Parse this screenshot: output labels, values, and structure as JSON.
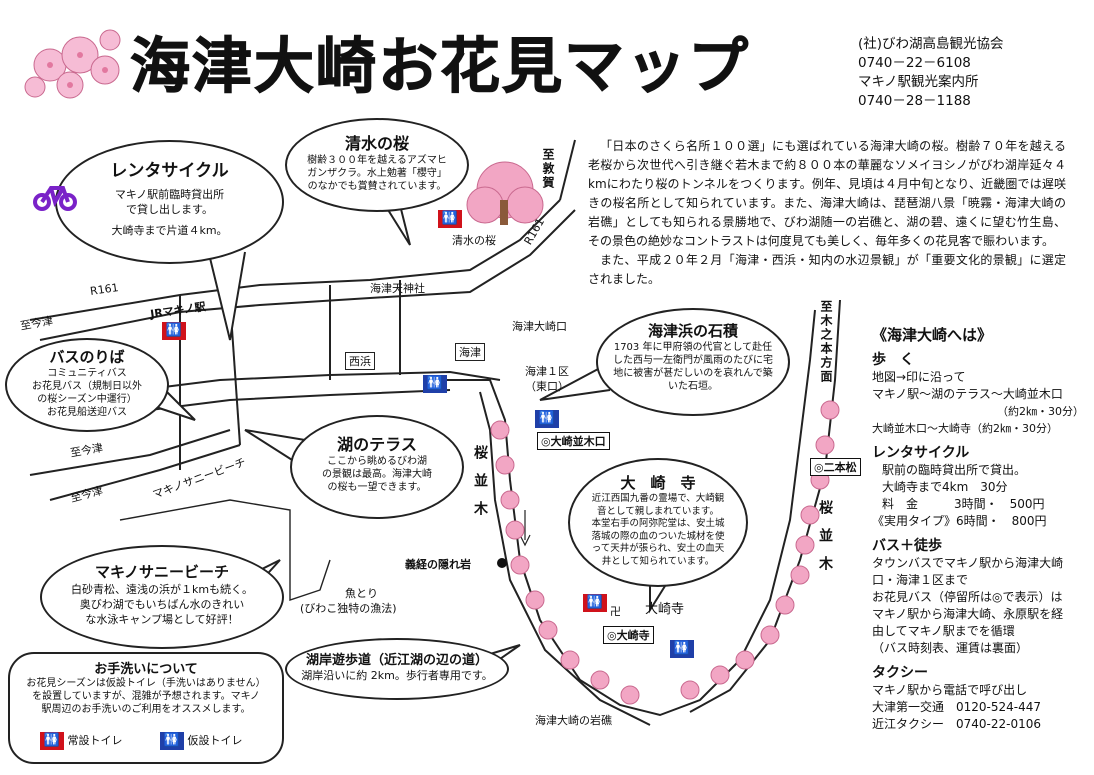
{
  "title": "海津大崎お花見マップ",
  "contact": {
    "org": "(社)びわ湖高島観光協会",
    "org_tel": "0740－22－6108",
    "station": "マキノ駅観光案内所",
    "station_tel": "0740－28－1188"
  },
  "intro": {
    "p1": "「日本のさくら名所１００選」にも選ばれている海津大崎の桜。樹齢７０年を越える老桜から次世代へ引き継ぐ若木まで約８００本の華麗なソメイヨシノがびわ湖岸延々４kmにわたり桜のトンネルをつくります。例年、見頃は４月中旬となり、近畿圏では遅咲きの桜名所として知られています。また、海津大崎は、琵琶湖八景「暁霧・海津大崎の岩礁」としても知られる景勝地で、びわ湖随一の岩礁と、湖の碧、遠くに望む竹生島、その景色の絶妙なコントラストは何度見ても美しく、毎年多くの花見客で賑わいます。",
    "p2": "また、平成２０年２月「海津・西浜・知内の水辺景観」が「重要文化的景観」に選定されました。"
  },
  "bubbles": {
    "rental": {
      "title": "レンタサイクル",
      "text1": "マキノ駅前臨時貸出所",
      "text2": "で貸し出します。",
      "text3": "大崎寺まで片道４km。"
    },
    "shimizu": {
      "title": "清水の桜",
      "text1": "樹齢３００年を越えるアズマヒ",
      "text2": "ガンザクラ。水上勉著「櫻守」",
      "text3": "のなかでも賞賛されています。"
    },
    "bus": {
      "title": "バスのりば",
      "l1": "コミュニティバス",
      "l2": "お花見バス（規制日以外",
      "l3": "の桜シーズン中運行）",
      "l4": "お花見船送迎バス"
    },
    "terrace": {
      "title": "湖のテラス",
      "l1": "ここから眺めるびわ湖",
      "l2": "の景観は最高。海津大崎",
      "l3": "の桜も一望できます。"
    },
    "ishizumi": {
      "title": "海津浜の石積",
      "l1": "1703 年に甲府領の代官として赴任",
      "l2": "した西与一左衛門が風雨のたびに宅",
      "l3": "地に被害が甚だしいのを哀れんで築",
      "l4": "いた石垣。"
    },
    "daisakiji": {
      "title": "大　崎　寺",
      "l1": "近江西国九番の霊場で、大崎観",
      "l2": "音として親しまれています。",
      "l3": "本堂右手の阿弥陀堂は、安土城",
      "l4": "落城の際の血のついた城材を使",
      "l5": "って天井が張られ、安土の血天",
      "l6": "井として知られています。"
    },
    "sunny": {
      "title": "マキノサニービーチ",
      "l1": "白砂青松、遠浅の浜が１kmも続く。",
      "l2": "奥びわ湖でもいちばん水のきれい",
      "l3": "な水泳キャンプ場として好評！"
    },
    "promenade": {
      "title": "湖岸遊歩道（近江湖の辺の道）",
      "l1": "湖岸沿いに約 2km。歩行者専用です。"
    },
    "toilet": {
      "title": "お手洗いについて",
      "l1": "お花見シーズンは仮設トイレ（手洗いはありません）",
      "l2": "を設置していますが、混雑が予想されます。マキノ",
      "l3": "駅周辺のお手洗いのご利用をオススメします。",
      "perm": "常設トイレ",
      "temp": "仮設トイレ"
    }
  },
  "map_labels": {
    "shizuoka_aki": "至敦賀",
    "r161_a": "R161",
    "r161_b": "R161",
    "to_imazu_1": "至今津",
    "to_imazu_2": "至今津",
    "to_imazu_3": "至今津",
    "jr_makino": "JRマキノ駅",
    "kaizu_tenjin": "海津天神社",
    "nishihama": "西浜",
    "kaizu": "海津",
    "kaizu_osaki_guchi": "海津大崎口",
    "kaizu1": "海津１区",
    "east_exit": "（東口）",
    "shimizu_no_sakura": "清水の桜",
    "sakura_namiki_1": "桜並木",
    "sakura_namiki_2": "桜並木",
    "to_kinomoto": "至木之本方面",
    "makino_beach": "マキノサニービーチ",
    "yoshitsune": "義経の隠れ岩",
    "fishing": "魚とり",
    "fishing2": "(びわこ独特の漁法)",
    "daisakiji": "大崎寺",
    "ganshou": "海津大崎の岩礁"
  },
  "stops": {
    "namiki_guchi": "◎大崎並木口",
    "nihonmatsu": "◎二本松",
    "daisakiji": "◎大崎寺"
  },
  "access": {
    "heading": "《海津大崎へは》",
    "walk_h": "歩　く",
    "walk_1": "地図→印に沿って",
    "walk_2": "マキノ駅～湖のテラス～大崎並木口",
    "walk_3": "（約2㎞・30分）",
    "walk_4": "大崎並木口～大崎寺（約2㎞・30分）",
    "rent_h": "レンタサイクル",
    "rent_1": "駅前の臨時貸出所で貸出。",
    "rent_2": "大崎寺まで4km　30分",
    "rent_3": "料　金　　　3時間・　500円",
    "rent_4": "《実用タイプ》6時間・　800円",
    "bus_h": "バス＋徒歩",
    "bus_1": "タウンバスでマキノ駅から海津大崎",
    "bus_2": "口・海津１区まで",
    "bus_3": "お花見バス（停留所は◎で表示）は",
    "bus_4": "マキノ駅から海津大崎、永原駅を経",
    "bus_5": "由してマキノ駅までを循環",
    "bus_6": "（バス時刻表、運賃は裏面）",
    "taxi_h": "タクシー",
    "taxi_1": "マキノ駅から電話で呼び出し",
    "taxi_2": "大津第一交通　0120-524-447",
    "taxi_3": "近江タクシー　0740-22-0106"
  },
  "colors": {
    "sakura": "#f2a6c4",
    "bike": "#7a22c8",
    "wc_red": "#d0121b",
    "wc_blue": "#1f3fa8"
  }
}
